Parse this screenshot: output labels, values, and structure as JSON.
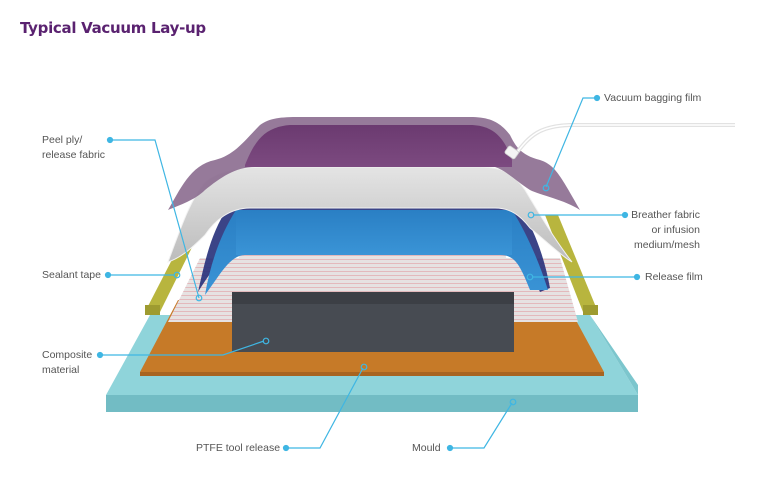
{
  "title": "Typical Vacuum Lay-up",
  "colors": {
    "title": "#5a2270",
    "leader": "#3fb6e3",
    "vacuum_bag": "#8b6b8f",
    "vacuum_bag_dark": "#6a3d6e",
    "breather": "#d2d2d2",
    "release_film": "#2f8fd0",
    "release_film_dark": "#27307a",
    "peel_ply": "#dcd6d6",
    "sealant_tape": "#b5b23c",
    "composite": "#474b52",
    "ptfe": "#c67a28",
    "mould": "#86cfd6"
  },
  "labels": {
    "vacuum_bagging_film": "Vacuum bagging film",
    "peel_ply_line1": "Peel ply/",
    "peel_ply_line2": "release fabric",
    "breather_line1": "Breather fabric",
    "breather_line2": "or infusion",
    "breather_line3": "medium/mesh",
    "sealant_tape": "Sealant tape",
    "release_film": "Release film",
    "composite_line1": "Composite",
    "composite_line2": "material",
    "ptfe_tool_release": "PTFE tool release",
    "mould": "Mould"
  }
}
